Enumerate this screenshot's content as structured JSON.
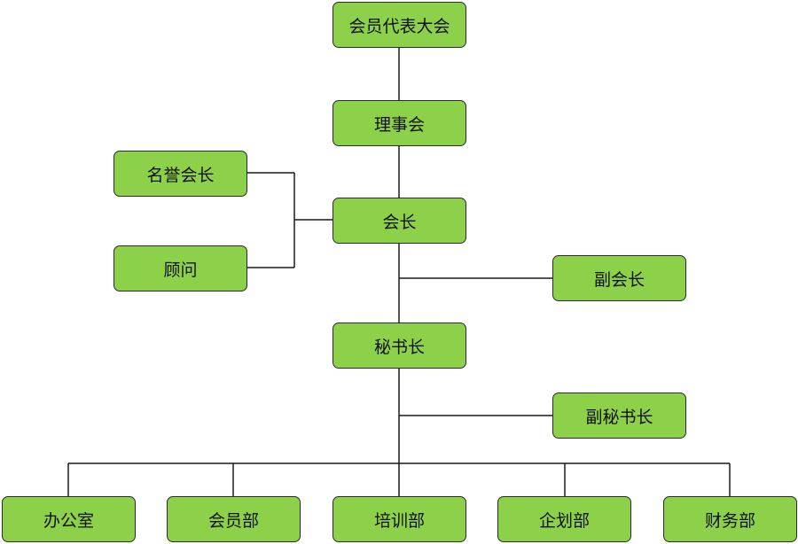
{
  "nodes": {
    "assembly": "会员代表大会",
    "council": "理事会",
    "honorary_president": "名誉会长",
    "advisor": "顾问",
    "president": "会长",
    "vice_president": "副会长",
    "secretary_general": "秘书长",
    "deputy_secretary_general": "副秘书长",
    "departments": [
      "办公室",
      "会员部",
      "培训部",
      "企划部",
      "财务部"
    ]
  },
  "colors": {
    "node_fill": "#8dd14b",
    "node_border": "#2b2b2b",
    "connector": "#1a1a1a"
  }
}
